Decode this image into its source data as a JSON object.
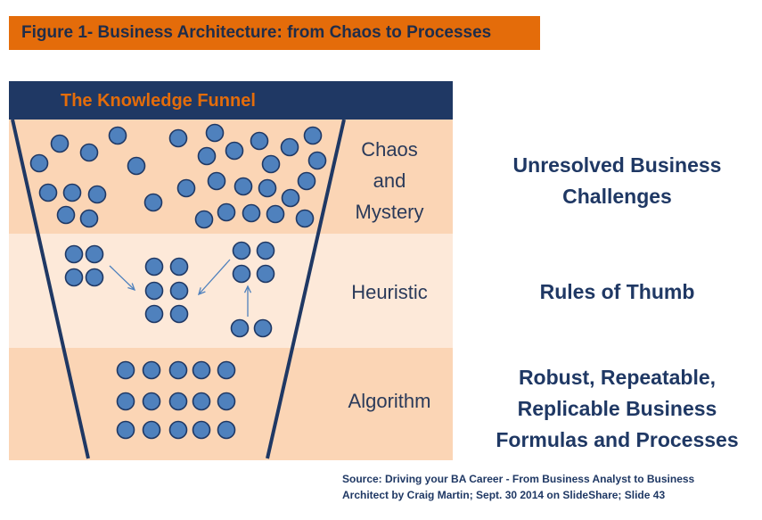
{
  "figure_title": "Figure 1- Business Architecture: from Chaos to Processes",
  "funnel_header": "The Knowledge Funnel",
  "stages": [
    {
      "label": "Chaos\nand\nMystery",
      "lines": [
        "Chaos",
        "and",
        "Mystery"
      ],
      "description_lines": [
        "Unresolved Business",
        "Challenges"
      ]
    },
    {
      "label": "Heuristic",
      "lines": [
        "Heuristic"
      ],
      "description_lines": [
        "Rules of Thumb"
      ]
    },
    {
      "label": "Algorithm",
      "lines": [
        "Algorithm"
      ],
      "description_lines": [
        "Robust, Repeatable,",
        "Replicable Business",
        "Formulas and Processes"
      ]
    }
  ],
  "source_lines": [
    "Source: Driving your BA Career - From Business Analyst to Business",
    "Architect by Craig Martin; Sept. 30 2014 on SlideShare; Slide 43"
  ],
  "colors": {
    "title_bar": "#e46c0a",
    "header_bar": "#1f3864",
    "band_chaos": "#fbd5b5",
    "band_heuristic": "#fde9d9",
    "band_algorithm": "#fbd5b5",
    "dot_fill": "#4f81bd",
    "dot_stroke": "#1f3864",
    "funnel_line": "#1f3864"
  }
}
